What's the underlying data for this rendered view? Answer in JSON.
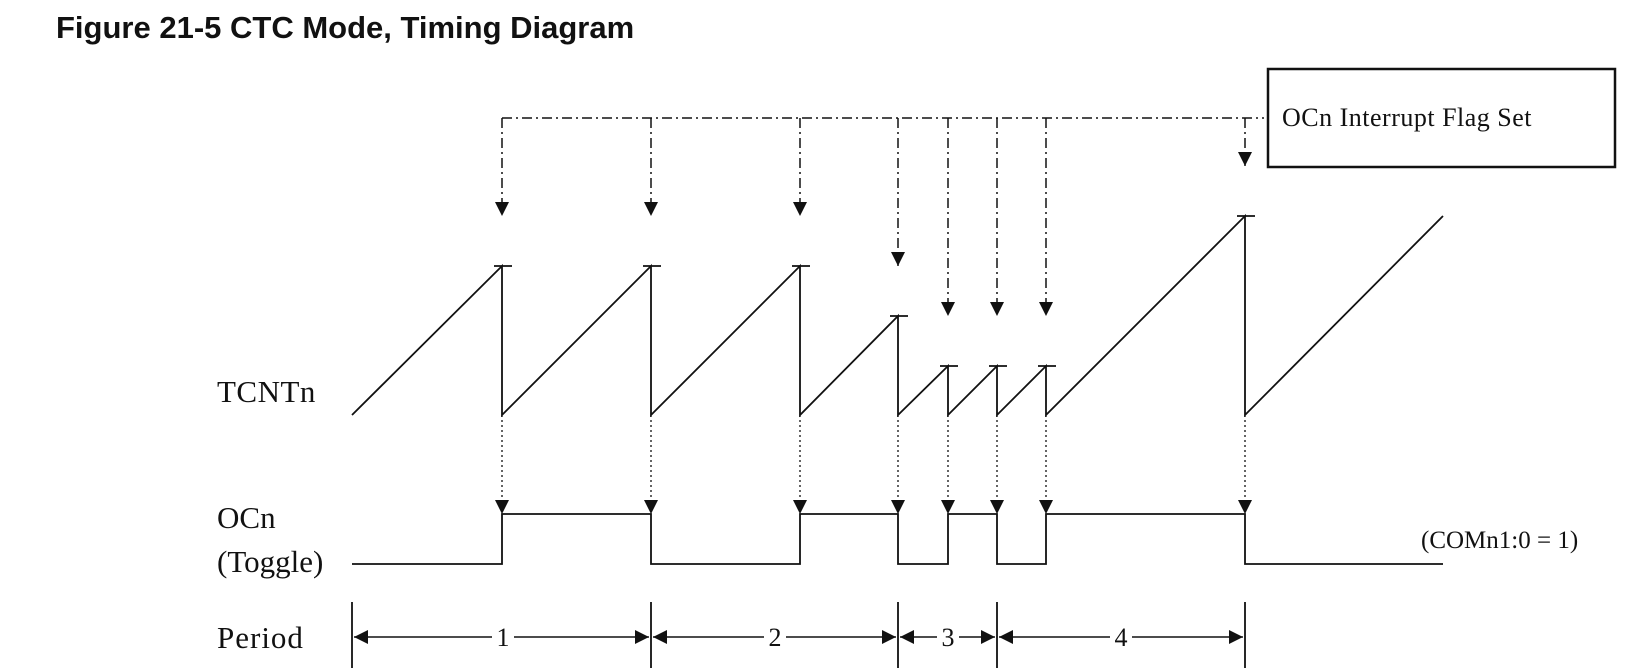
{
  "title": "Figure 21-5  CTC Mode, Timing Diagram",
  "flag_label": "OCn Interrupt Flag Set",
  "signals": {
    "tcnt": "TCNTn",
    "ocn": "OCn",
    "ocn_mode": "(Toggle)",
    "period": "Period"
  },
  "com_note": "(COMn1:0 = 1)",
  "periods": [
    "1",
    "2",
    "3",
    "4"
  ],
  "colors": {
    "line": "#111111",
    "background": "#ffffff"
  }
}
